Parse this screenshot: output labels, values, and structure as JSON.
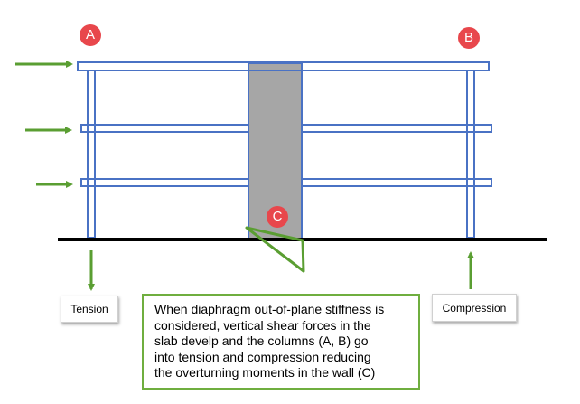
{
  "labels": {
    "A": "A",
    "B": "B",
    "C": "C",
    "tension": "Tension",
    "compression": "Compression"
  },
  "caption": {
    "lines": [
      "When diaphragm out-of-plane stiffness is",
      "considered, vertical shear forces in the",
      "slab develp and the columns (A, B) go",
      "into tension and compression reducing",
      "the overturning moments in the wall (C)"
    ]
  },
  "colors": {
    "frame": "#4a72c4",
    "wall": "#a6a6a6",
    "arrows": "#5a9e32",
    "marker": "#e8474c",
    "ground": "#000000"
  }
}
